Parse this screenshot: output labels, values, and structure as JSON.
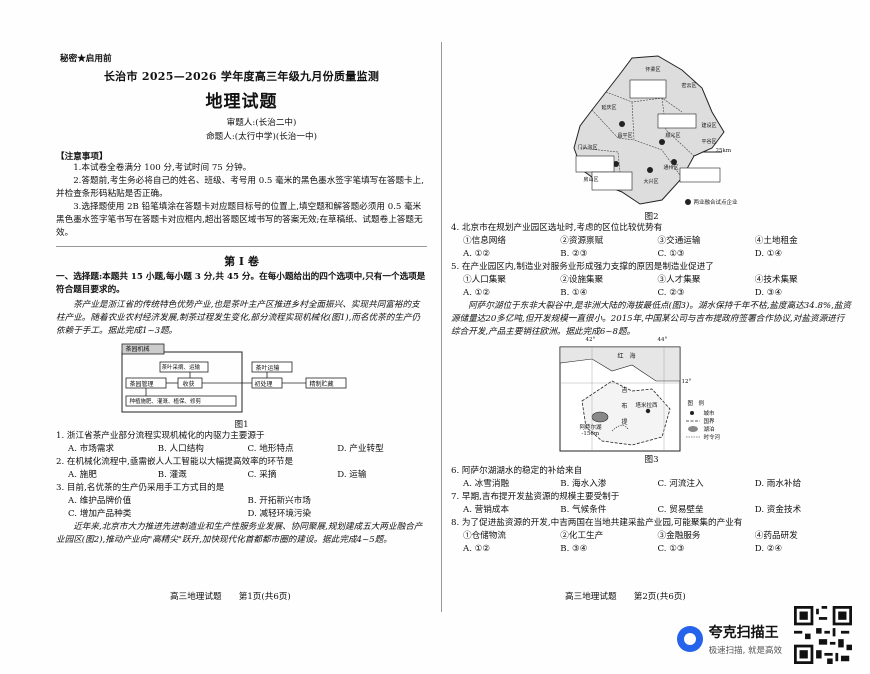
{
  "header": {
    "secret": "秘密★启用前",
    "exam_title": "长治市 2025—2026 学年度高三年级九月份质量监测",
    "subject_title": "地理试题",
    "reviewer": "审题人:(长治二中)",
    "author": "命题人:(太行中学)(长治一中)"
  },
  "notice": {
    "title": "【注意事项】",
    "items": [
      "1.本试卷全卷满分 100 分,考试时间 75 分钟。",
      "2.答题前,考生务必将自己的姓名、班级、考号用 0.5 毫米的黑色墨水签字笔填写在答题卡上,并检查条形码粘贴是否正确。",
      "3.选择题使用 2B 铅笔填涂在答题卡对应题目标号的位置上,填空题和解答题必须用 0.5 毫米黑色墨水签字笔书写在答题卡对应框内,超出答题区域书写的答案无效;在草稿纸、试题卷上答题无效。"
    ]
  },
  "section": {
    "volume": "第 Ⅰ 卷",
    "intro": "一、选择题:本题共 15 小题,每小题 3 分,共 45 分。在每小题给出的四个选项中,只有一个选项是符合题目要求的。"
  },
  "passage1": "茶产业是浙江省的传统特色优势产业,也是茶叶主产区推进乡村全面振兴、实现共同富裕的支柱产业。随着农业农村经济发展,制茶过程发生变化,部分流程实现机械化(图1),而名优茶的生产仍依赖于手工。据此完成1~3题。",
  "figure1": {
    "caption": "图1",
    "machine_label": "茶园机械",
    "nodes": {
      "pick": "茶叶采摘、运输",
      "manage": "茶园管理",
      "harvest": "收获",
      "plant": "种植施肥、灌溉、植保、修剪",
      "transport": "茶叶运输",
      "first": "初处理",
      "refine": "精制贮藏"
    }
  },
  "q1": {
    "stem": "1. 浙江省茶产业部分流程实现机械化的内驱力主要源于",
    "options": [
      "A. 市场需求",
      "B. 人口结构",
      "C. 地形特点",
      "D. 产业转型"
    ]
  },
  "q2": {
    "stem": "2. 在机械化流程中,亟需嵌人人工智能以大幅提高效率的环节是",
    "options": [
      "A. 施肥",
      "B. 灌溉",
      "C. 采摘",
      "D. 运输"
    ]
  },
  "q3": {
    "stem": "3. 目前,名优茶的生产仍采用手工方式目的是",
    "options": [
      "A. 维护品牌价值",
      "B. 开拓新兴市场",
      "C. 增加产品种类",
      "D. 减轻环境污染"
    ]
  },
  "passage2": "近年来,北京市大力推进先进制造业和生产性服务业发展、协同聚展,规划建成五大两业融合产业园区(图2),推动产业向\"高精尖\"跃升,加快现代化首都都市圈的建设。据此完成4~5题。",
  "left_footer": "高三地理试题　　第1页(共6页)",
  "figure2": {
    "caption": "图2",
    "legend": "两业融合试点企业",
    "scale": "25km",
    "labels": [
      "延庆区",
      "怀柔区",
      "密云区",
      "平谷区",
      "昌平区",
      "顺义区",
      "通州区",
      "大兴区",
      "房山区",
      "门头沟区",
      "建设区"
    ]
  },
  "q4": {
    "stem": "4. 北京市在规划产业园区选址时,考虑的区位比较优势有",
    "items": [
      "①信息网络",
      "②资源禀赋",
      "③交通运输",
      "④土地租金"
    ],
    "options": [
      "A. ①②",
      "B. ②③",
      "C. ①③",
      "D. ①④"
    ]
  },
  "q5": {
    "stem": "5. 在产业园区内,制造业对服务业形成强力支撑的原因是制造业促进了",
    "items": [
      "①人口集聚",
      "②设施集聚",
      "③人才集聚",
      "④技术集聚"
    ],
    "options": [
      "A. ①②",
      "B. ①④",
      "C. ②③",
      "D. ③④"
    ]
  },
  "passage3": "阿萨尔湖位于东非大裂谷中,是非洲大陆的海拔最低点(图3)。湖水保持千年不枯,盐度高达34.8%,盐资源储量达20多亿吨,但开发规模一直很小。2015年,中国某公司与吉布提政府签署合作协议,对盐资源进行综合开发,产品主要销往欧洲。据此完成6~8题。",
  "figure3": {
    "caption": "图3",
    "lon1": "42°",
    "lon2": "44°",
    "lat": "12°",
    "sea": "红　海",
    "country": "吉",
    "country2": "布",
    "country3": "提",
    "capital": "塔米拉西",
    "lake": "阿萨尔湖",
    "elev": "-156m",
    "legend_title": "图　例",
    "legend": [
      "城市",
      "国界",
      "湖泊",
      "时令河"
    ]
  },
  "q6": {
    "stem": "6. 阿萨尔湖湖水的稳定的补给来自",
    "options": [
      "A. 冰雪消融",
      "B. 海水入渗",
      "C. 河流注入",
      "D. 雨水补给"
    ]
  },
  "q7": {
    "stem": "7. 早期,吉布提开发盐资源的规模主要受制于",
    "options": [
      "A. 营销成本",
      "B. 气候条件",
      "C. 贸易壁垒",
      "D. 资金技术"
    ]
  },
  "q8": {
    "stem": "8. 为了促进盐资源的开发,中吉两国在当地共建采盐产业园,可能聚集的产业有",
    "items": [
      "①仓储物流",
      "②化工生产",
      "③金融服务",
      "④药品研发"
    ],
    "options": [
      "A. ①②",
      "B. ③④",
      "C. ①③",
      "D. ②④"
    ]
  },
  "right_footer": "高三地理试题　　第2页(共6页)",
  "brand": {
    "name": "夸克扫描王",
    "slogan": "极速扫描, 就是高效"
  }
}
